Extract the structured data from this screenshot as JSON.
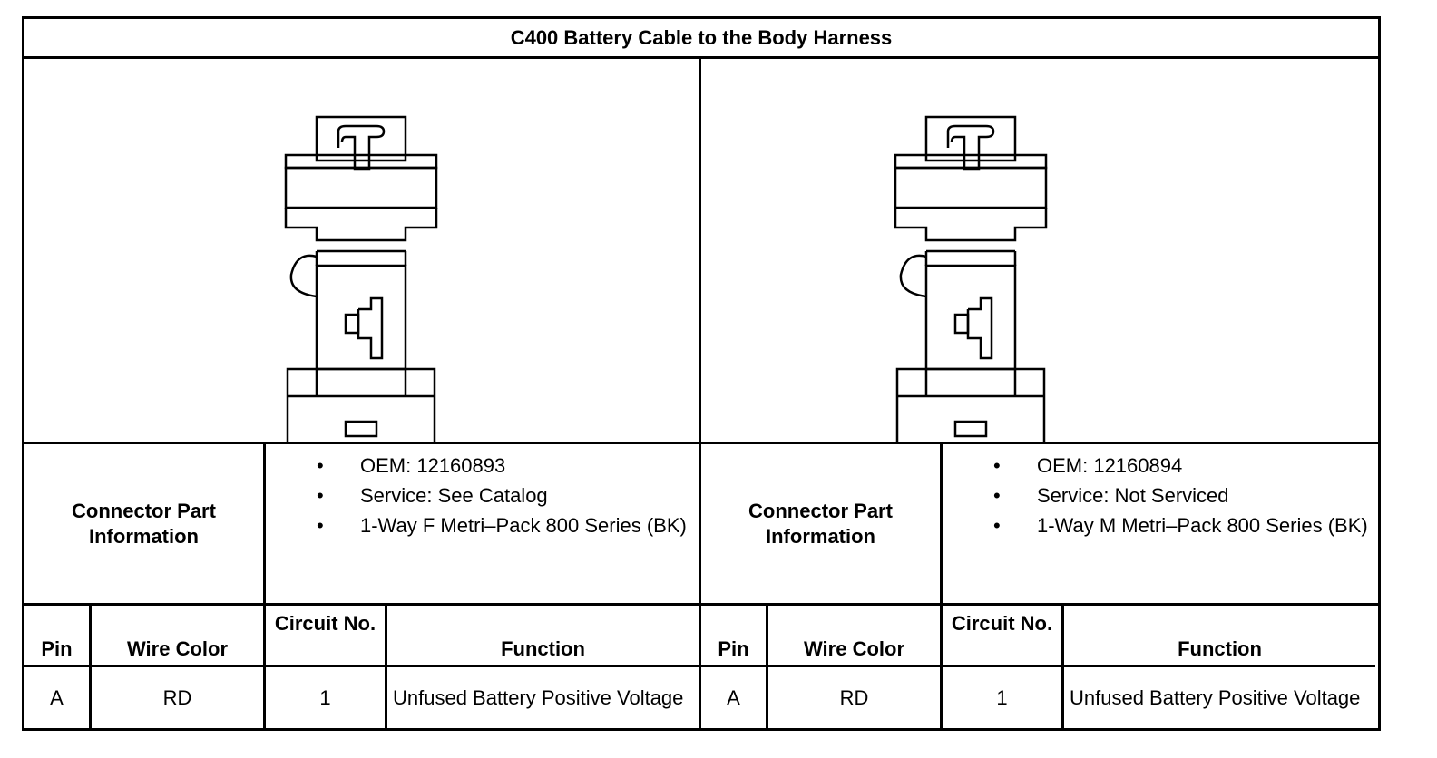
{
  "title": "C400 Battery Cable to the Body Harness",
  "connectors": [
    {
      "info_label": "Connector Part Information",
      "info_items": [
        "OEM: 12160893",
        "Service: See Catalog",
        "1-Way F Metri–Pack 800 Series (BK)"
      ],
      "bullet": "•",
      "headers": {
        "pin": "Pin",
        "wire_color": "Wire Color",
        "circuit": "Circuit No.",
        "function": "Function"
      },
      "rows": [
        {
          "pin": "A",
          "wire_color": "RD",
          "circuit": "1",
          "function": "Unfused Battery Positive Voltage"
        }
      ]
    },
    {
      "info_label": "Connector Part Information",
      "info_items": [
        "OEM: 12160894",
        "Service: Not Serviced",
        "1-Way M Metri–Pack 800 Series (BK)"
      ],
      "bullet": "•",
      "headers": {
        "pin": "Pin",
        "wire_color": "Wire Color",
        "circuit": "Circuit No.",
        "function": "Function"
      },
      "rows": [
        {
          "pin": "A",
          "wire_color": "RD",
          "circuit": "1",
          "function": "Unfused Battery Positive Voltage"
        }
      ]
    }
  ]
}
